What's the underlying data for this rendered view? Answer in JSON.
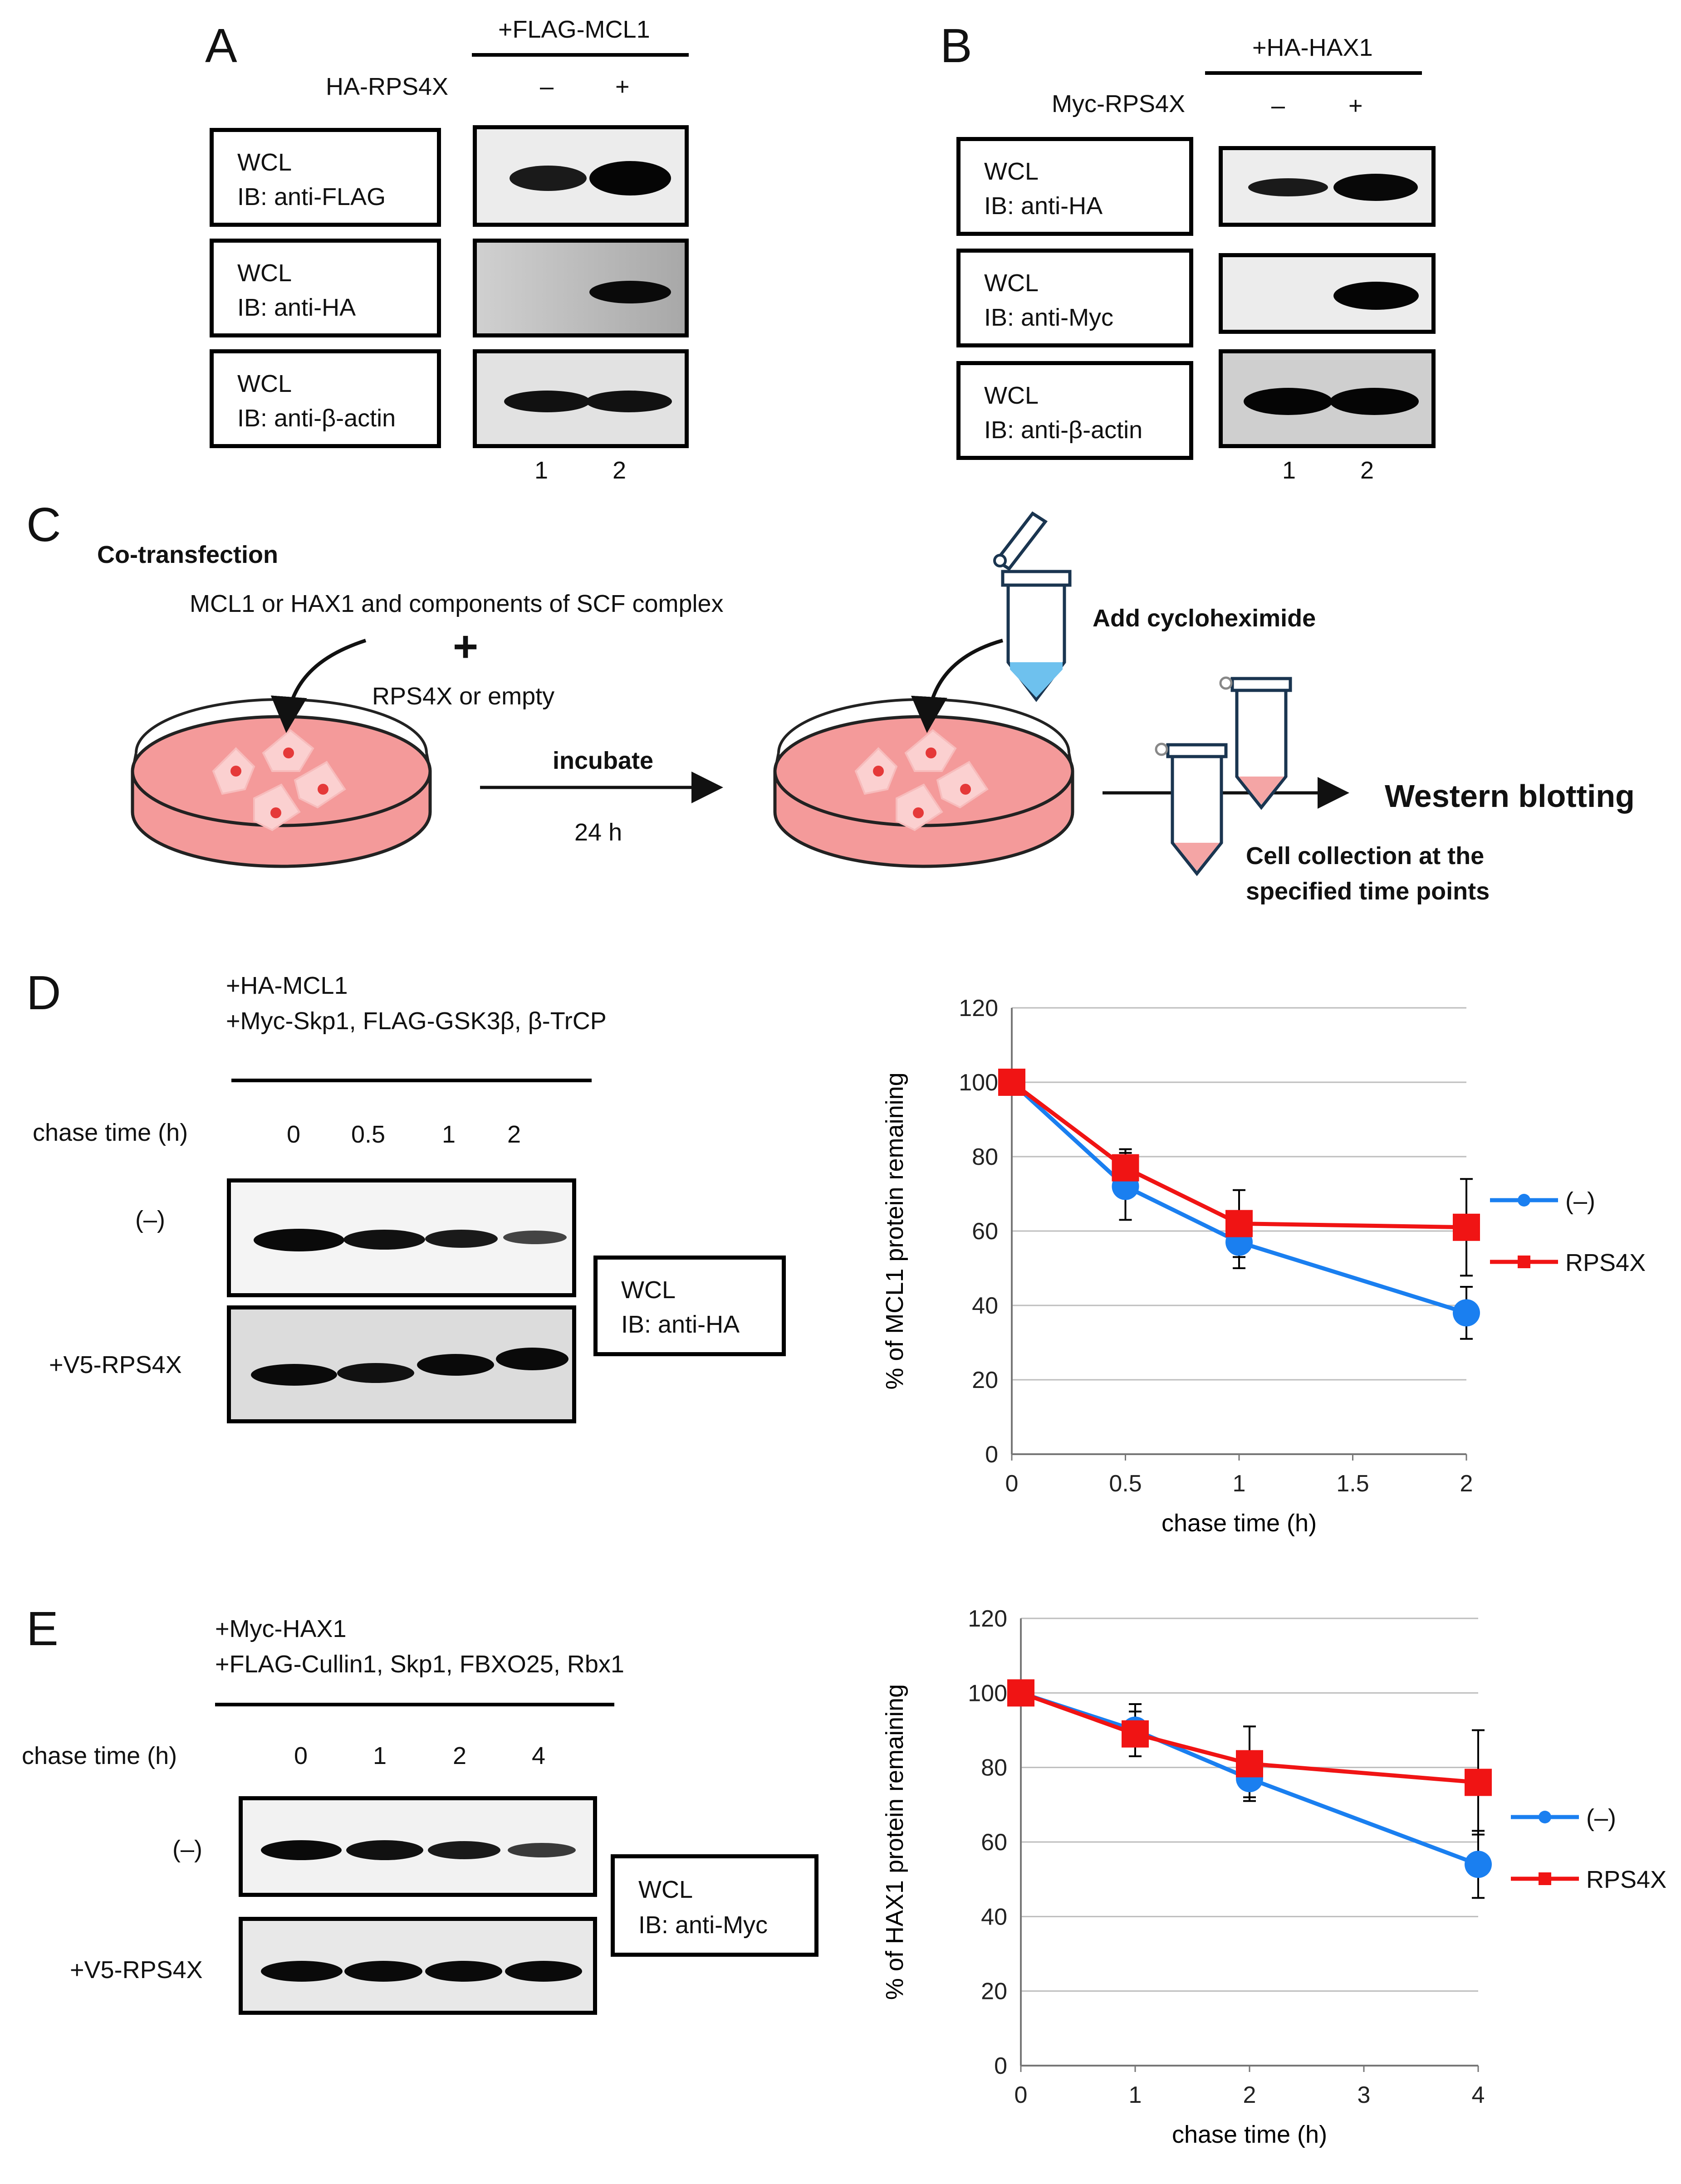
{
  "panels": {
    "a": {
      "letter": "A",
      "condition_header": "+FLAG-MCL1",
      "row_label": "HA-RPS4X",
      "signs": [
        "–",
        "+"
      ],
      "boxes": [
        {
          "line1": "WCL",
          "line2": "IB: anti-FLAG"
        },
        {
          "line1": "WCL",
          "line2": "IB: anti-HA"
        },
        {
          "line1": "WCL",
          "line2": "IB: anti-β-actin"
        }
      ],
      "lanes": [
        "1",
        "2"
      ]
    },
    "b": {
      "letter": "B",
      "condition_header": "+HA-HAX1",
      "row_label": "Myc-RPS4X",
      "signs": [
        "–",
        "+"
      ],
      "boxes": [
        {
          "line1": "WCL",
          "line2": "IB: anti-HA"
        },
        {
          "line1": "WCL",
          "line2": "IB: anti-Myc"
        },
        {
          "line1": "WCL",
          "line2": "IB: anti-β-actin"
        }
      ],
      "lanes": [
        "1",
        "2"
      ]
    },
    "c": {
      "letter": "C",
      "cotransfection": "Co-transfection",
      "components": "MCL1 or HAX1 and components of SCF complex",
      "plus": "+",
      "rps4x_or_empty": "RPS4X or empty",
      "incubate": "incubate",
      "duration": "24 h",
      "add_chx": "Add cycloheximide",
      "western": "Western blotting",
      "collection_line1": "Cell collection at the",
      "collection_line2": "specified time points"
    },
    "d": {
      "letter": "D",
      "header_line1": "+HA-MCL1",
      "header_line2": "+Myc-Skp1, FLAG-GSK3β, β-TrCP",
      "chase_label": "chase time (h)",
      "times": [
        "0",
        "0.5",
        "1",
        "2"
      ],
      "row1": "(–)",
      "row2": "+V5-RPS4X",
      "box_line1": "WCL",
      "box_line2": "IB: anti-HA"
    },
    "e": {
      "letter": "E",
      "header_line1": "+Myc-HAX1",
      "header_line2": "+FLAG-Cullin1, Skp1, FBXO25, Rbx1",
      "chase_label": "chase time (h)",
      "times": [
        "0",
        "1",
        "2",
        "4"
      ],
      "row1": "(–)",
      "row2": "+V5-RPS4X",
      "box_line1": "WCL",
      "box_line2": "IB: anti-Myc"
    }
  },
  "colors": {
    "blue": "#1a7ff0",
    "red": "#f01414",
    "dish": "#f49a9a",
    "tube_blue": "#6ec1ee",
    "tube_pink": "#f4a5a5"
  },
  "chart_data": [
    {
      "type": "line",
      "xlabel": "chase time (h)",
      "ylabel": "% of MCL1 protein remaining",
      "xlim": [
        0,
        2
      ],
      "ylim": [
        0,
        120
      ],
      "xticks": [
        "0",
        "0.5",
        "1",
        "1.5",
        "2"
      ],
      "yticks": [
        "0",
        "20",
        "40",
        "60",
        "80",
        "100",
        "120"
      ],
      "grid": true,
      "legend": "right",
      "series": [
        {
          "name": "(–)",
          "color": "#1a7ff0",
          "marker": "circle",
          "x": [
            0,
            0.5,
            1,
            2
          ],
          "y": [
            100,
            72,
            57,
            38
          ],
          "err": [
            0,
            9,
            7,
            7
          ]
        },
        {
          "name": "RPS4X",
          "color": "#f01414",
          "marker": "square",
          "x": [
            0,
            0.5,
            1,
            2
          ],
          "y": [
            100,
            77,
            62,
            61
          ],
          "err": [
            0,
            5,
            9,
            13
          ]
        }
      ]
    },
    {
      "type": "line",
      "xlabel": "chase time (h)",
      "ylabel": "% of HAX1 protein remaining",
      "xlim": [
        0,
        4
      ],
      "ylim": [
        0,
        120
      ],
      "xticks": [
        "0",
        "1",
        "2",
        "3",
        "4"
      ],
      "yticks": [
        "0",
        "20",
        "40",
        "60",
        "80",
        "100",
        "120"
      ],
      "grid": true,
      "legend": "right",
      "series": [
        {
          "name": "(–)",
          "color": "#1a7ff0",
          "marker": "circle",
          "x": [
            0,
            1,
            2,
            4
          ],
          "y": [
            100,
            90,
            77,
            54
          ],
          "err": [
            0,
            7,
            5,
            9
          ]
        },
        {
          "name": "RPS4X",
          "color": "#f01414",
          "marker": "square",
          "x": [
            0,
            1,
            2,
            4
          ],
          "y": [
            100,
            89,
            81,
            76
          ],
          "err": [
            0,
            6,
            10,
            14
          ]
        }
      ]
    }
  ]
}
